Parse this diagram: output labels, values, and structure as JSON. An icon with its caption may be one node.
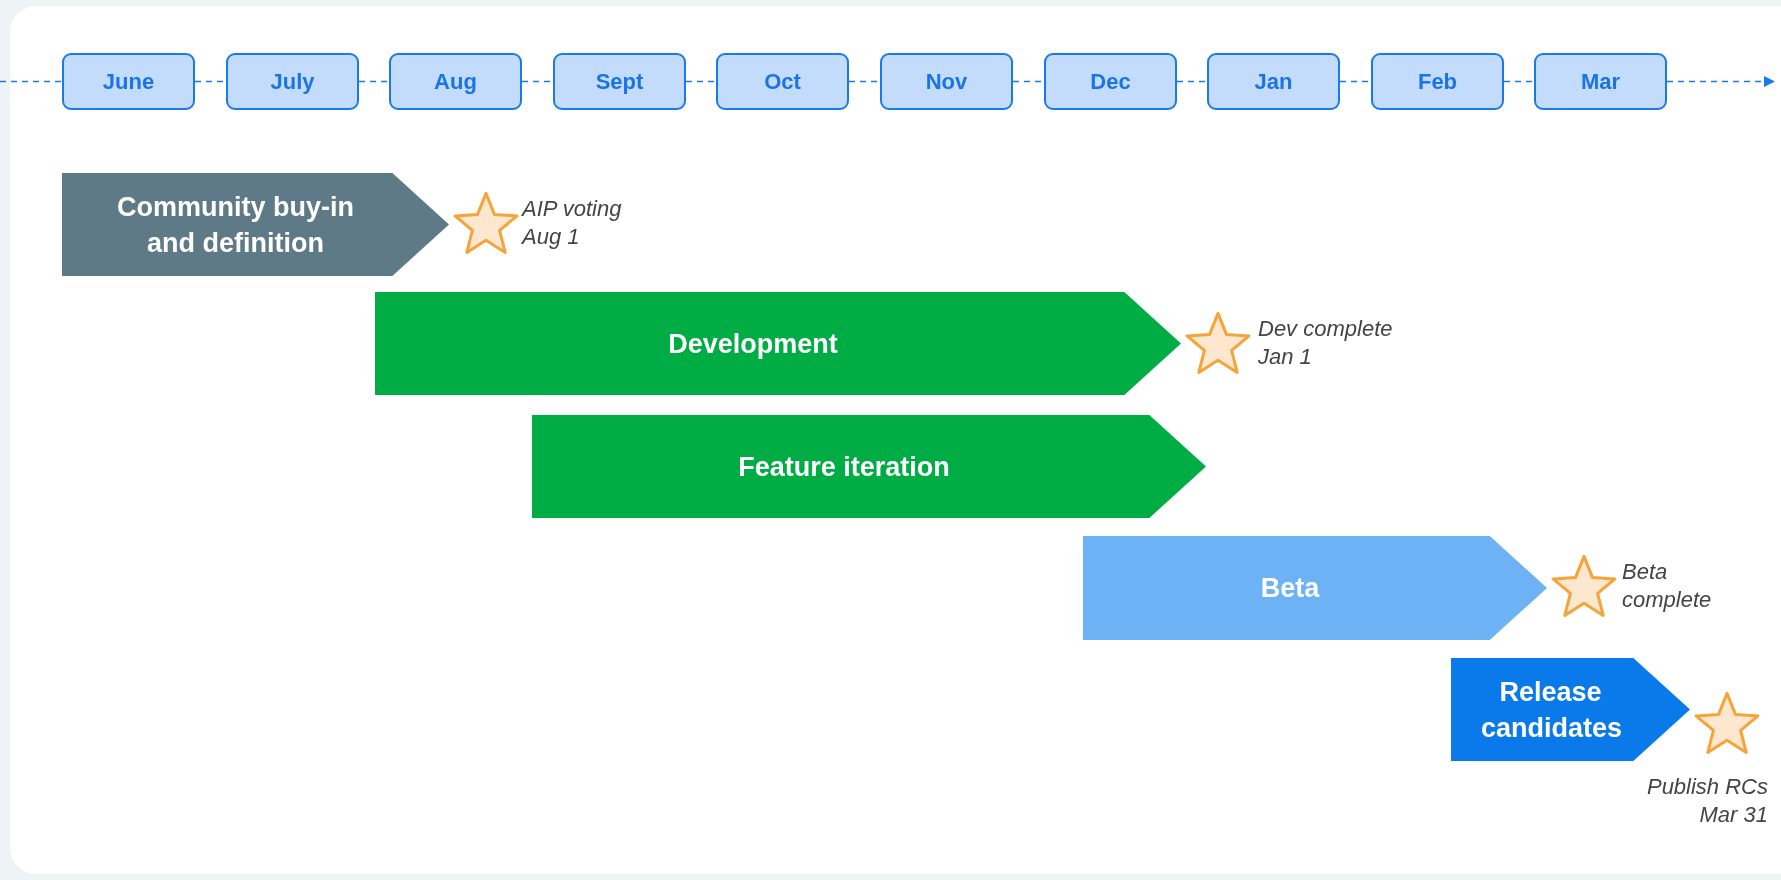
{
  "diagram": {
    "nodes": [
      {
        "text": [
          "June"
        ]
      },
      {
        "text": [
          "July"
        ]
      },
      {
        "text": [
          "Aug"
        ]
      },
      {
        "text": [
          "Sept"
        ]
      },
      {
        "text": [
          "Oct"
        ]
      },
      {
        "text": [
          "Nov"
        ]
      },
      {
        "text": [
          "Dec"
        ]
      },
      {
        "text": [
          "Jan"
        ]
      },
      {
        "text": [
          "Feb"
        ]
      },
      {
        "text": [
          "Mar"
        ]
      },
      {
        "text": [
          "Community buy-in and definition"
        ]
      },
      {
        "text": [],
        "shape": "star",
        "beside": [
          "AIP voting Aug 1"
        ]
      },
      {
        "text": [
          "Development"
        ]
      },
      {
        "text": [],
        "shape": "star",
        "beside": [
          "Dev complete Jan 1"
        ]
      },
      {
        "text": [
          "Feature iteration"
        ]
      },
      {
        "text": [
          "Beta"
        ]
      },
      {
        "text": [],
        "shape": "star",
        "beside": [
          "Beta complete"
        ]
      },
      {
        "text": [
          "Release candidates"
        ]
      },
      {
        "text": [],
        "shape": "star",
        "beside": [
          "Publish RCs Mar 31"
        ]
      }
    ],
    "edges": [
      {
        "from": null,
        "to": 0,
        "arrow": "none",
        "style": "dashed"
      },
      {
        "from": 0,
        "to": 1,
        "arrow": "none",
        "style": "dashed"
      },
      {
        "from": 1,
        "to": 2,
        "arrow": "none",
        "style": "dashed"
      },
      {
        "from": 2,
        "to": 3,
        "arrow": "none",
        "style": "dashed"
      },
      {
        "from": 3,
        "to": 4,
        "arrow": "none",
        "style": "dashed"
      },
      {
        "from": 4,
        "to": 5,
        "arrow": "none",
        "style": "dashed"
      },
      {
        "from": 5,
        "to": 6,
        "arrow": "none",
        "style": "dashed"
      },
      {
        "from": 6,
        "to": 7,
        "arrow": "none",
        "style": "dashed"
      },
      {
        "from": 7,
        "to": 8,
        "arrow": "none",
        "style": "dashed"
      },
      {
        "from": 8,
        "to": 9,
        "arrow": "none",
        "style": "dashed"
      },
      {
        "from": 9,
        "to": null,
        "arrow": "to",
        "style": "dashed"
      }
    ]
  }
}
